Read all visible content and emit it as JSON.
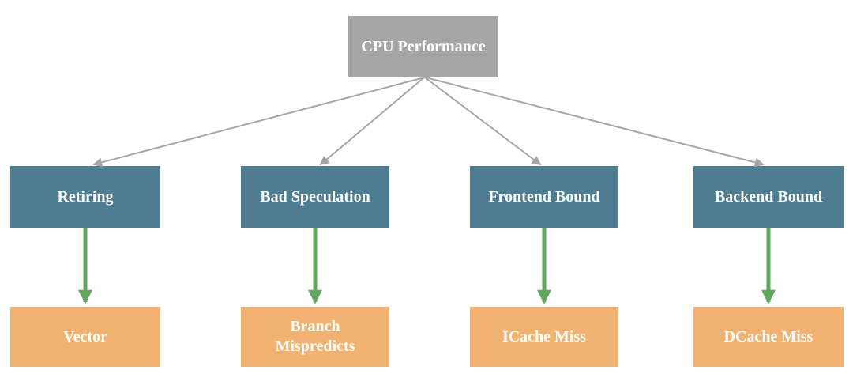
{
  "diagram": {
    "root": {
      "label": "CPU Performance"
    },
    "level1": [
      {
        "label": "Retiring"
      },
      {
        "label": "Bad Speculation"
      },
      {
        "label": "Frontend Bound"
      },
      {
        "label": "Backend Bound"
      }
    ],
    "level2": [
      {
        "label": "Vector"
      },
      {
        "label": "Branch\nMispredicts"
      },
      {
        "label": "ICache Miss"
      },
      {
        "label": "DCache Miss"
      }
    ]
  },
  "colors": {
    "root_fill": "#A6A6A6",
    "level1_fill": "#4E7D91",
    "level2_fill": "#F1B171",
    "connector_gray": "#A6A6A6",
    "connector_green": "#5FA85C",
    "label_text": "#FFFFFF",
    "background": "#FFFFFF"
  }
}
